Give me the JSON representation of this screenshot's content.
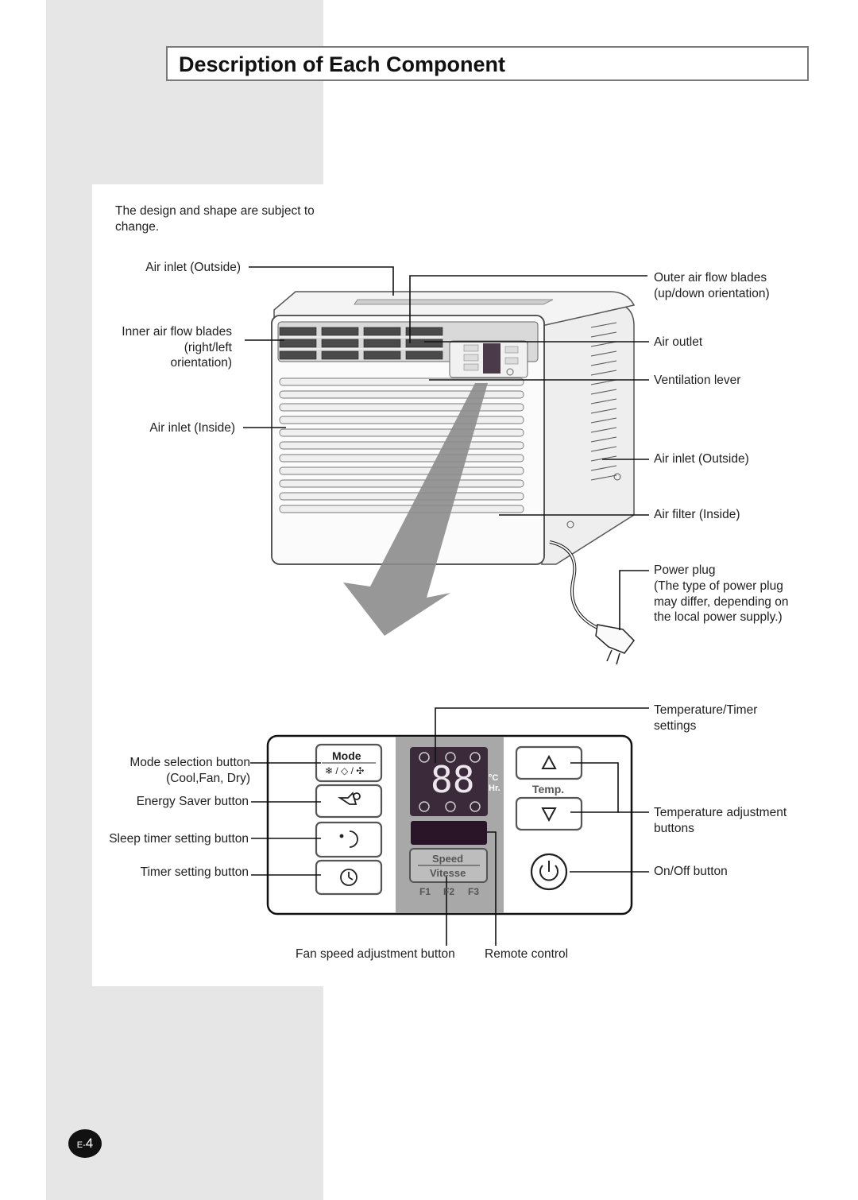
{
  "page": {
    "title": "Description of Each Component",
    "note": "The design and shape are subject to change.",
    "page_number": "E-4",
    "page_prefix": "E-",
    "page_digit": "4"
  },
  "unit_labels": {
    "left": {
      "air_inlet_top": "Air inlet (Outside)",
      "inner_blades": "Inner air flow blades (right/left orientation)",
      "air_inlet_inside": "Air inlet (Inside)"
    },
    "right": {
      "outer_blades": "Outer air flow blades (up/down orientation)",
      "air_outlet": "Air outlet",
      "ventilation_lever": "Ventilation lever",
      "air_inlet_side": "Air inlet (Outside)",
      "air_filter": "Air filter (Inside)",
      "power_plug": "Power plug",
      "power_plug_note": "(The type of power plug may differ, depending on the local power supply.)"
    }
  },
  "panel_labels": {
    "left": {
      "mode_button": "Mode selection button",
      "mode_options": "(Cool,Fan, Dry)",
      "energy_saver": "Energy Saver button",
      "sleep_timer": "Sleep timer setting button",
      "timer": "Timer setting button"
    },
    "right": {
      "temp_timer_settings": "Temperature/Timer settings",
      "temp_adjust": "Temperature adjustment buttons",
      "on_off": "On/Off button"
    },
    "bottom": {
      "fan_speed": "Fan speed adjustment button",
      "remote": "Remote control"
    }
  },
  "control_panel": {
    "mode_label": "Mode",
    "display_digits": "88",
    "unit_c": "°C",
    "unit_hr": "Hr.",
    "temp_label": "Temp.",
    "speed_label": "Speed",
    "vitesse_label": "Vitesse",
    "f1": "F1",
    "f2": "F2",
    "f3": "F3"
  },
  "colors": {
    "sidebar": "#e6e6e6",
    "display_bg": "#3a2a3a",
    "remote_window": "#2a1428",
    "panel_gray": "#a8a8a8",
    "arrow": "#8c8c8c"
  }
}
